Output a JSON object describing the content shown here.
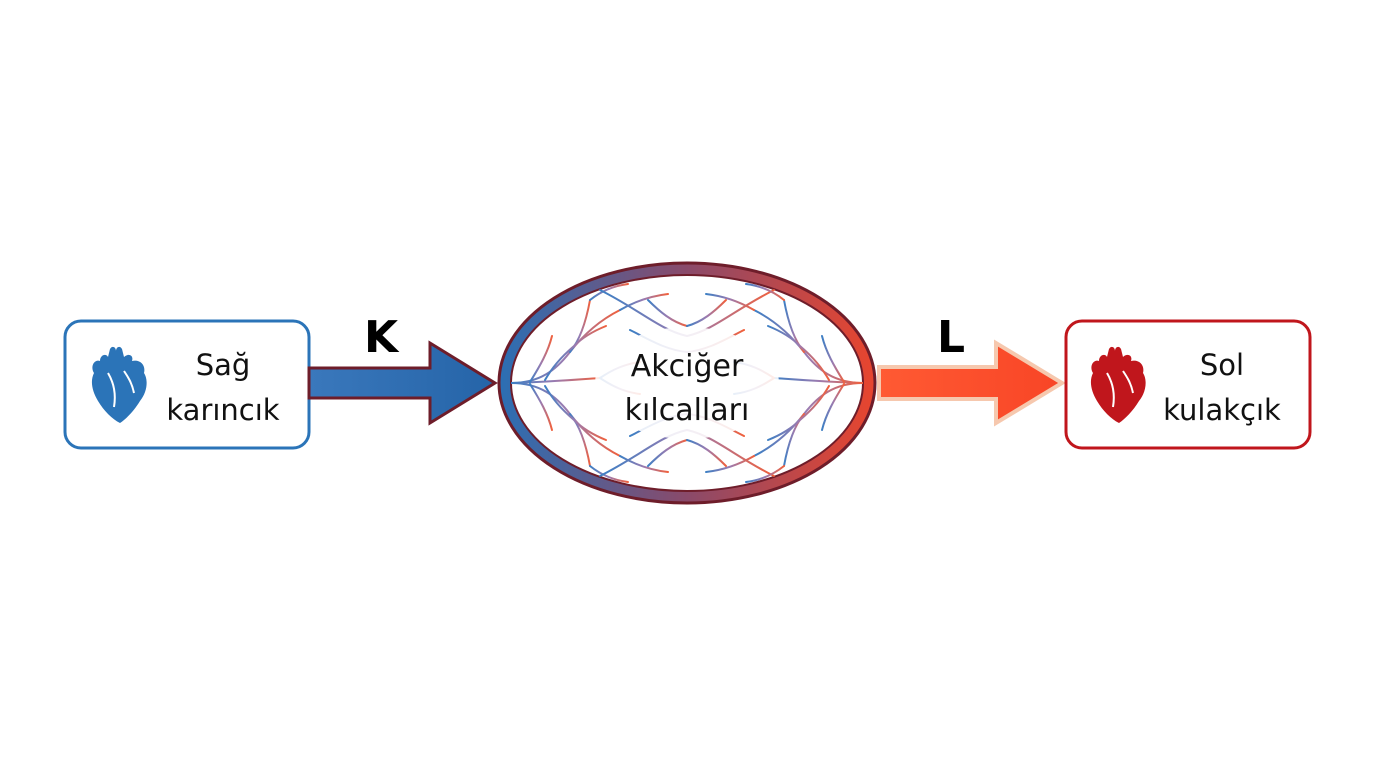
{
  "left_box": {
    "line1": "Sağ",
    "line2": "karıncık",
    "icon": "heart-icon",
    "color": "#2b74b8"
  },
  "arrow_k": {
    "label": "K",
    "color": "#2c6db0"
  },
  "center": {
    "line1": "Akciğer",
    "line2": "kılcalları"
  },
  "arrow_l": {
    "label": "L",
    "color": "#fa4a2a"
  },
  "right_box": {
    "line1": "Sol",
    "line2": "kulakçık",
    "icon": "heart-icon",
    "color": "#c0161c"
  }
}
